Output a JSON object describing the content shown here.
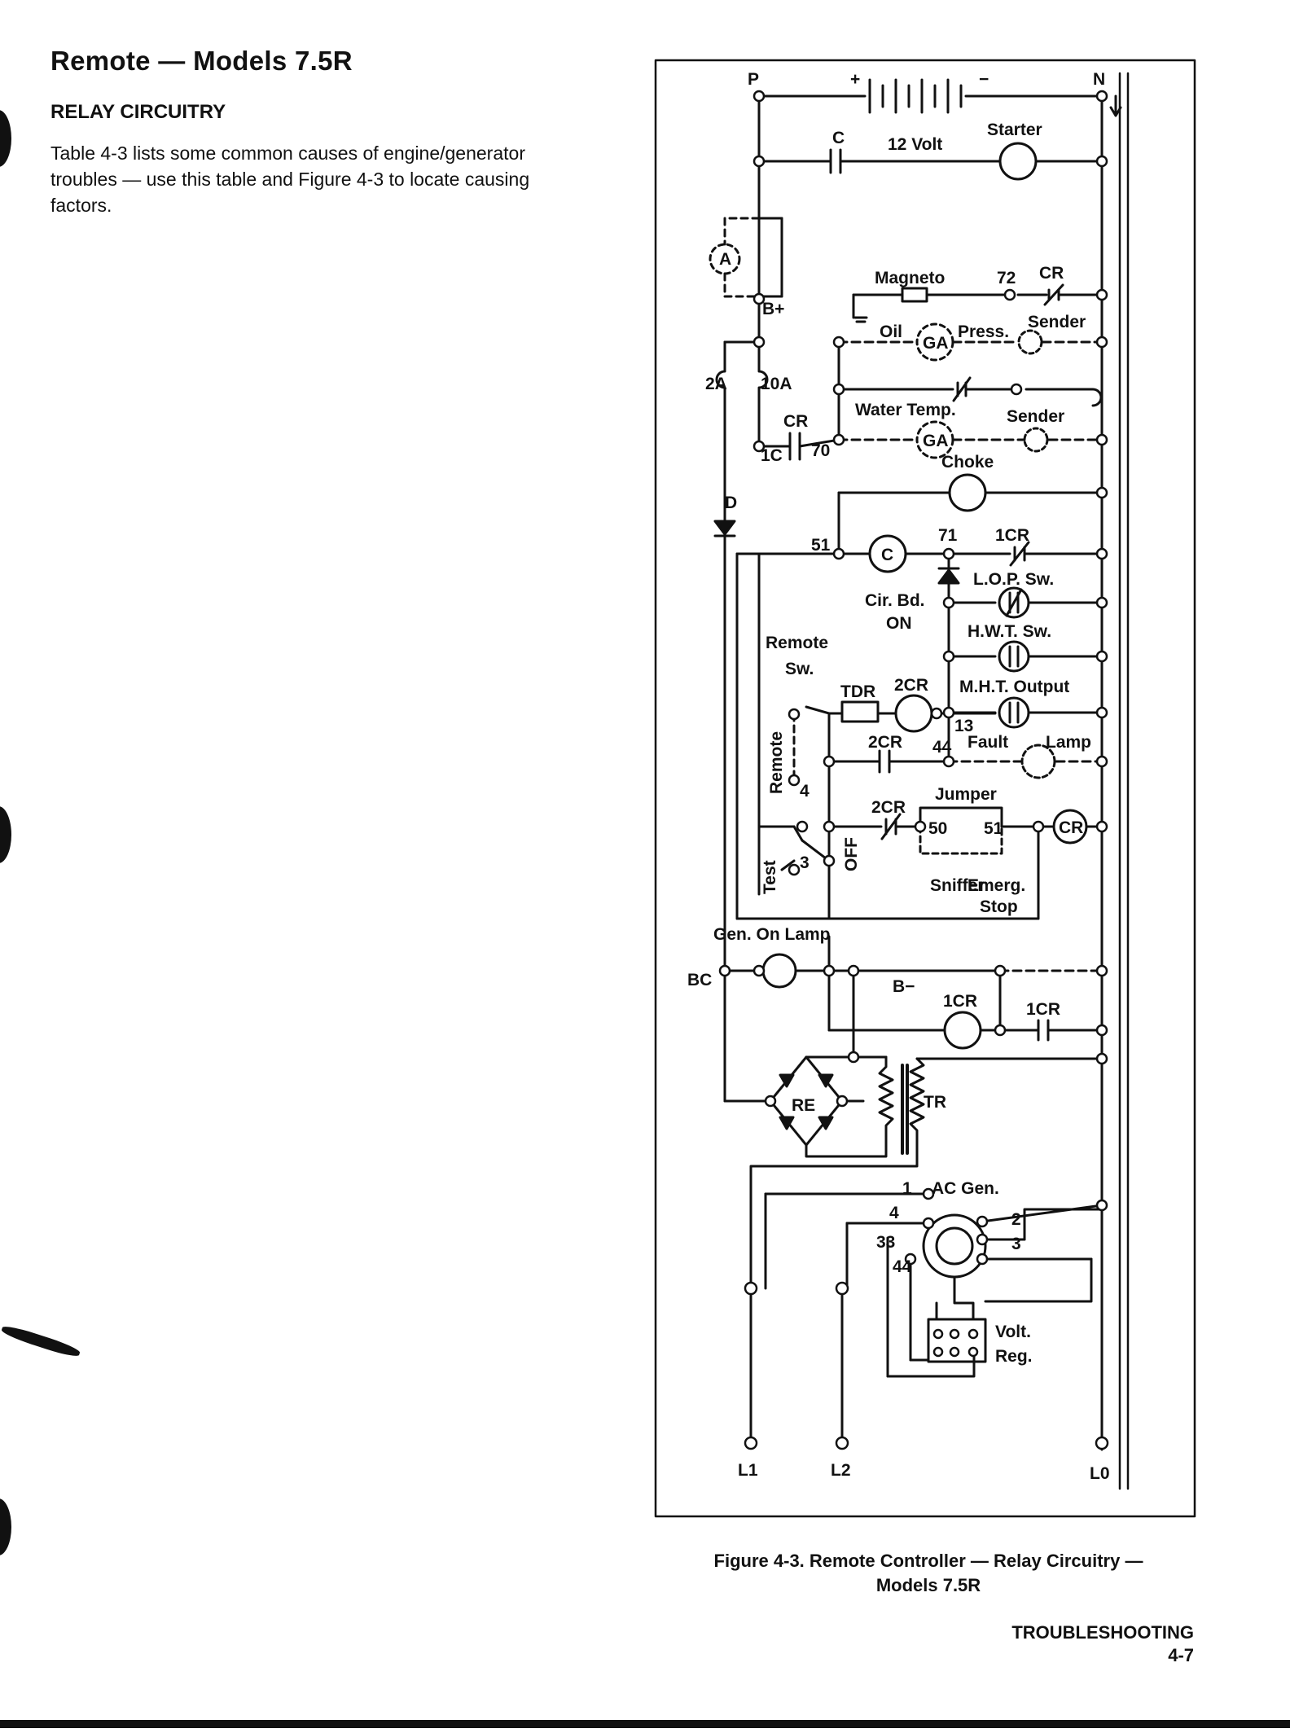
{
  "page": {
    "heading": "Remote — Models 7.5R",
    "subheading": "RELAY CIRCUITRY",
    "body_lines": [
      "Table 4-3 lists some common causes of engine/generator",
      "troubles — use this table and Figure 4-3 to locate causing",
      "factors."
    ],
    "caption_lines": [
      "Figure 4-3. Remote Controller — Relay Circuitry —",
      "Models 7.5R"
    ],
    "footer_section": "TROUBLESHOOTING",
    "footer_page": "4-7"
  },
  "diagram": {
    "labels": {
      "p": "P",
      "n": "N",
      "plus": "+",
      "minus": "−",
      "c": "C",
      "volt": "12 Volt",
      "starter": "Starter",
      "ammeter": "A",
      "bplus": "B+",
      "magneto": "Magneto",
      "n72": "72",
      "cr_top": "CR",
      "oil": "Oil",
      "press": "Press.",
      "sender1": "Sender",
      "ga": "GA",
      "fuse2a": "2A",
      "fuse10a": "10A",
      "cr_mid": "CR",
      "n1c": "1C",
      "n70": "70",
      "water": "Water Temp.",
      "sender2": "Sender",
      "choke": "Choke",
      "d": "D",
      "n51": "51",
      "c_coil": "C",
      "n71": "71",
      "cr1_top": "1CR",
      "lop": "L.O.P. Sw.",
      "cirbd": "Cir. Bd.",
      "on": "ON",
      "hwt": "H.W.T. Sw.",
      "remote_sw": "Remote",
      "sw": "Sw.",
      "tdr": "TDR",
      "cr2": "2CR",
      "mht": "M.H.T. Output",
      "n13": "13",
      "cr2b": "2CR",
      "n44": "44",
      "fault": "Fault",
      "lamp": "Lamp",
      "remote_v": "Remote",
      "n4": "4",
      "jumper": "Jumper",
      "cr2c": "2CR",
      "n50": "50",
      "n51b": "51",
      "cr_coil": "CR",
      "off": "OFF",
      "test": "Test",
      "n3": "3",
      "sniffer": "Sniffer",
      "emerg": "Emerg.",
      "stop": "Stop",
      "genon": "Gen. On Lamp",
      "bc": "BC",
      "bminus": "B−",
      "cr1_coil": "1CR",
      "cr1_contact": "1CR",
      "re": "RE",
      "tr": "TR",
      "g1": "1",
      "acgen": "AC Gen.",
      "g4": "4",
      "g2": "2",
      "g33": "33",
      "g3": "3",
      "g44": "44",
      "volt_reg": "Volt.",
      "reg": "Reg.",
      "l1": "L1",
      "l2": "L2",
      "l0": "L0"
    }
  }
}
